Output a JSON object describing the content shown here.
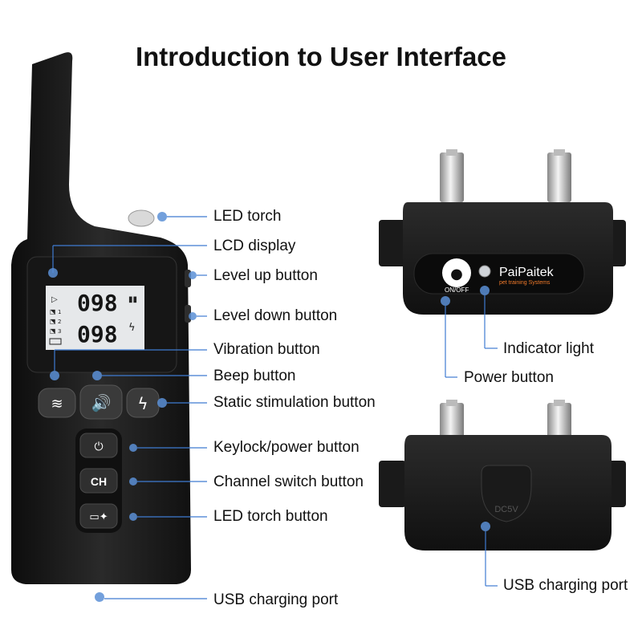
{
  "title": "Introduction to User Interface",
  "remote": {
    "lcd": {
      "top_value": "098",
      "bottom_value": "098",
      "channel_marks": [
        "1",
        "2",
        "3"
      ]
    },
    "buttons": {
      "channel": "CH"
    },
    "labels": {
      "led_torch": "LED torch",
      "lcd_display": "LCD display",
      "level_up": "Level up button",
      "level_down": "Level down button",
      "vibration": "Vibration button",
      "beep": "Beep button",
      "static": "Static stimulation button",
      "keylock": "Keylock/power button",
      "channel_switch": "Channel switch button",
      "led_torch_button": "LED torch button",
      "usb_port": "USB charging port"
    }
  },
  "collar_front": {
    "brand": "PaiPaitek",
    "tagline": "pet training Systems",
    "switch_label": "ON/OFF",
    "labels": {
      "indicator": "Indicator light",
      "power": "Power button"
    }
  },
  "collar_back": {
    "port_mark": "DC5V",
    "labels": {
      "usb_port": "USB charging port"
    }
  },
  "colors": {
    "accent": "#3f7bd1",
    "device": "#1c1c1c",
    "lcd": "#e6e8ea",
    "brand_orange": "#f07a2a"
  }
}
